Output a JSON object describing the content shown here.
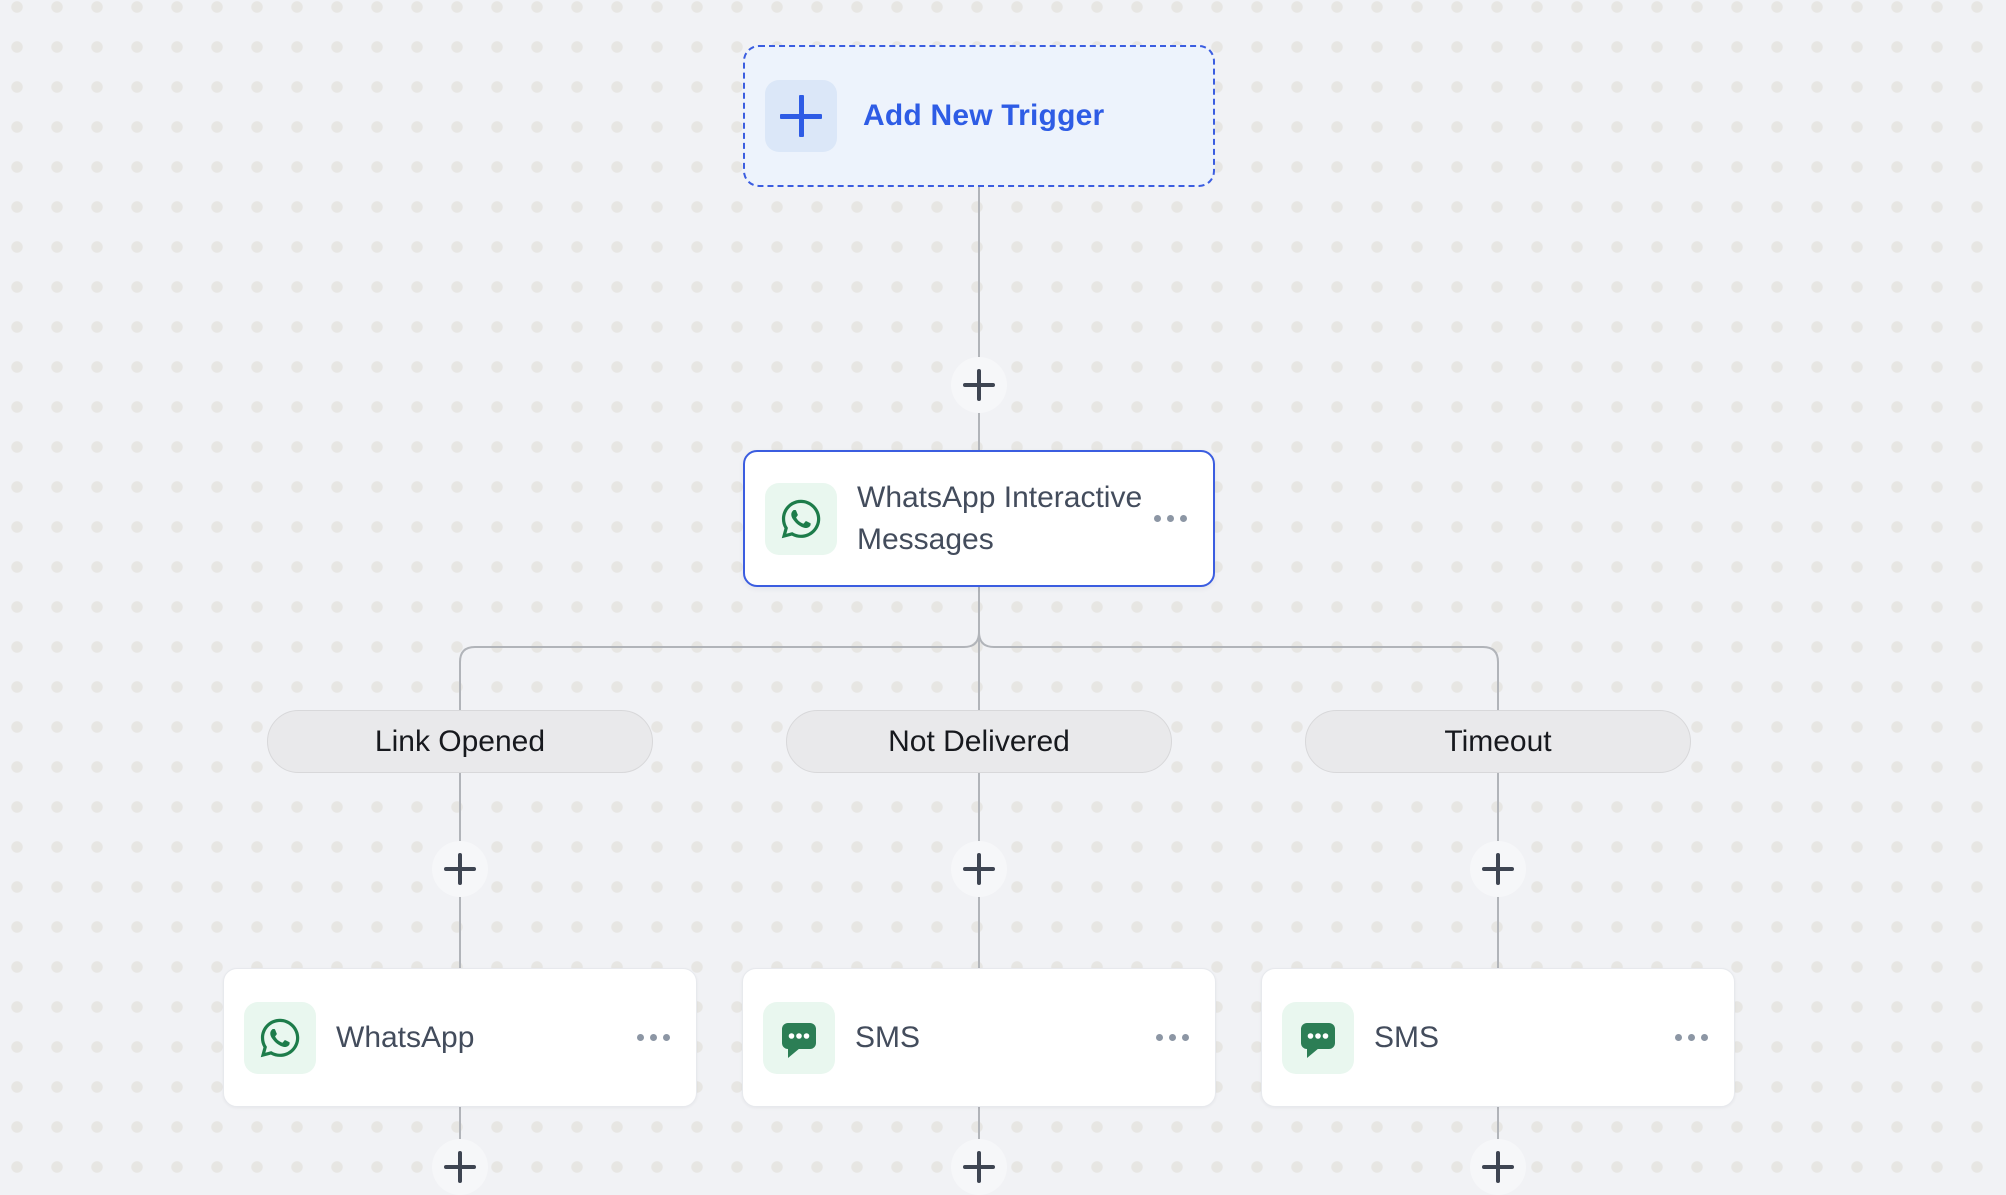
{
  "trigger": {
    "label": "Add New Trigger"
  },
  "root_node": {
    "title": "WhatsApp Interactive Messages",
    "icon": "whatsapp-icon",
    "menu": "more-options"
  },
  "branches": [
    {
      "label": "Link Opened",
      "node": {
        "title": "WhatsApp",
        "icon": "whatsapp-icon",
        "menu": "more-options"
      }
    },
    {
      "label": "Not Delivered",
      "node": {
        "title": "SMS",
        "icon": "sms-icon",
        "menu": "more-options"
      }
    },
    {
      "label": "Timeout",
      "node": {
        "title": "SMS",
        "icon": "sms-icon",
        "menu": "more-options"
      }
    }
  ],
  "colors": {
    "canvas_bg": "#f1f2f5",
    "dot": "#e7e6e3",
    "connector": "#b1b4b9",
    "accent_blue": "#2e5ce5",
    "trigger_bg": "#edf3fc",
    "trigger_tile_bg": "#dbe7f8",
    "node_border": "#3b5de0",
    "icon_tile_bg": "#e9f7ef",
    "whatsapp_green": "#1d7c4a",
    "sms_green": "#2c7e55",
    "text_dark": "#434c5c",
    "pill_bg": "#e9e9eb",
    "pill_border": "#d8d8da",
    "pill_text": "#17191e",
    "ellipsis": "#8c96a4",
    "plus": "#3e4552"
  }
}
